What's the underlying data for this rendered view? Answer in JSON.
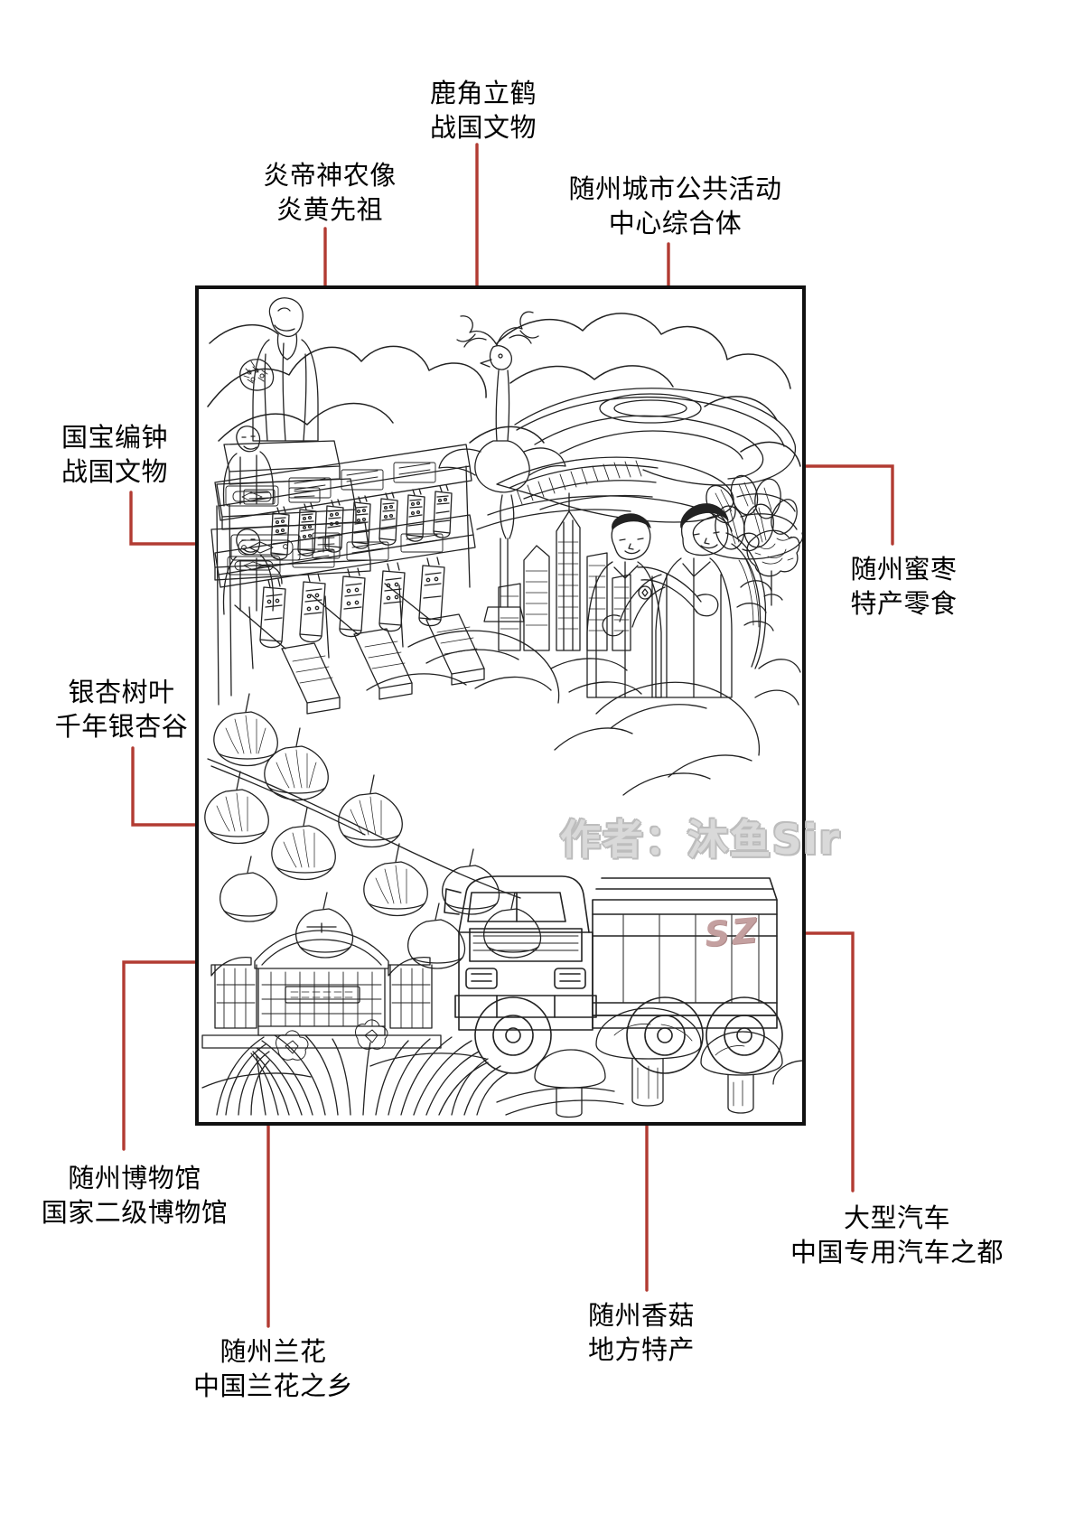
{
  "meta": {
    "theme_color_accent": "#b23b32",
    "ink_color": "#1a1a1a",
    "background": "#ffffff"
  },
  "artwork": {
    "watermark": "作者：沐鱼Sir",
    "truck_badge": "SZ",
    "description": "随州城市手绘线描插画"
  },
  "labels": [
    {
      "id": "shennong",
      "line1": "炎帝神农像",
      "line2": "炎黄先祖"
    },
    {
      "id": "deer-crane",
      "line1": "鹿角立鹤",
      "line2": "战国文物"
    },
    {
      "id": "civic-center",
      "line1": "随州城市公共活动",
      "line2": "中心综合体"
    },
    {
      "id": "chime-bells",
      "line1": "国宝编钟",
      "line2": "战国文物"
    },
    {
      "id": "ginkgo",
      "line1": "银杏树叶",
      "line2": "千年银杏谷"
    },
    {
      "id": "museum",
      "line1": "随州博物馆",
      "line2": "国家二级博物馆"
    },
    {
      "id": "orchid",
      "line1": "随州兰花",
      "line2": "中国兰花之乡"
    },
    {
      "id": "mushroom",
      "line1": "随州香菇",
      "line2": "地方特产"
    },
    {
      "id": "truck",
      "line1": "大型汽车",
      "line2": "中国专用汽车之都"
    },
    {
      "id": "jujube",
      "line1": "随州蜜枣",
      "line2": "特产零食"
    }
  ]
}
